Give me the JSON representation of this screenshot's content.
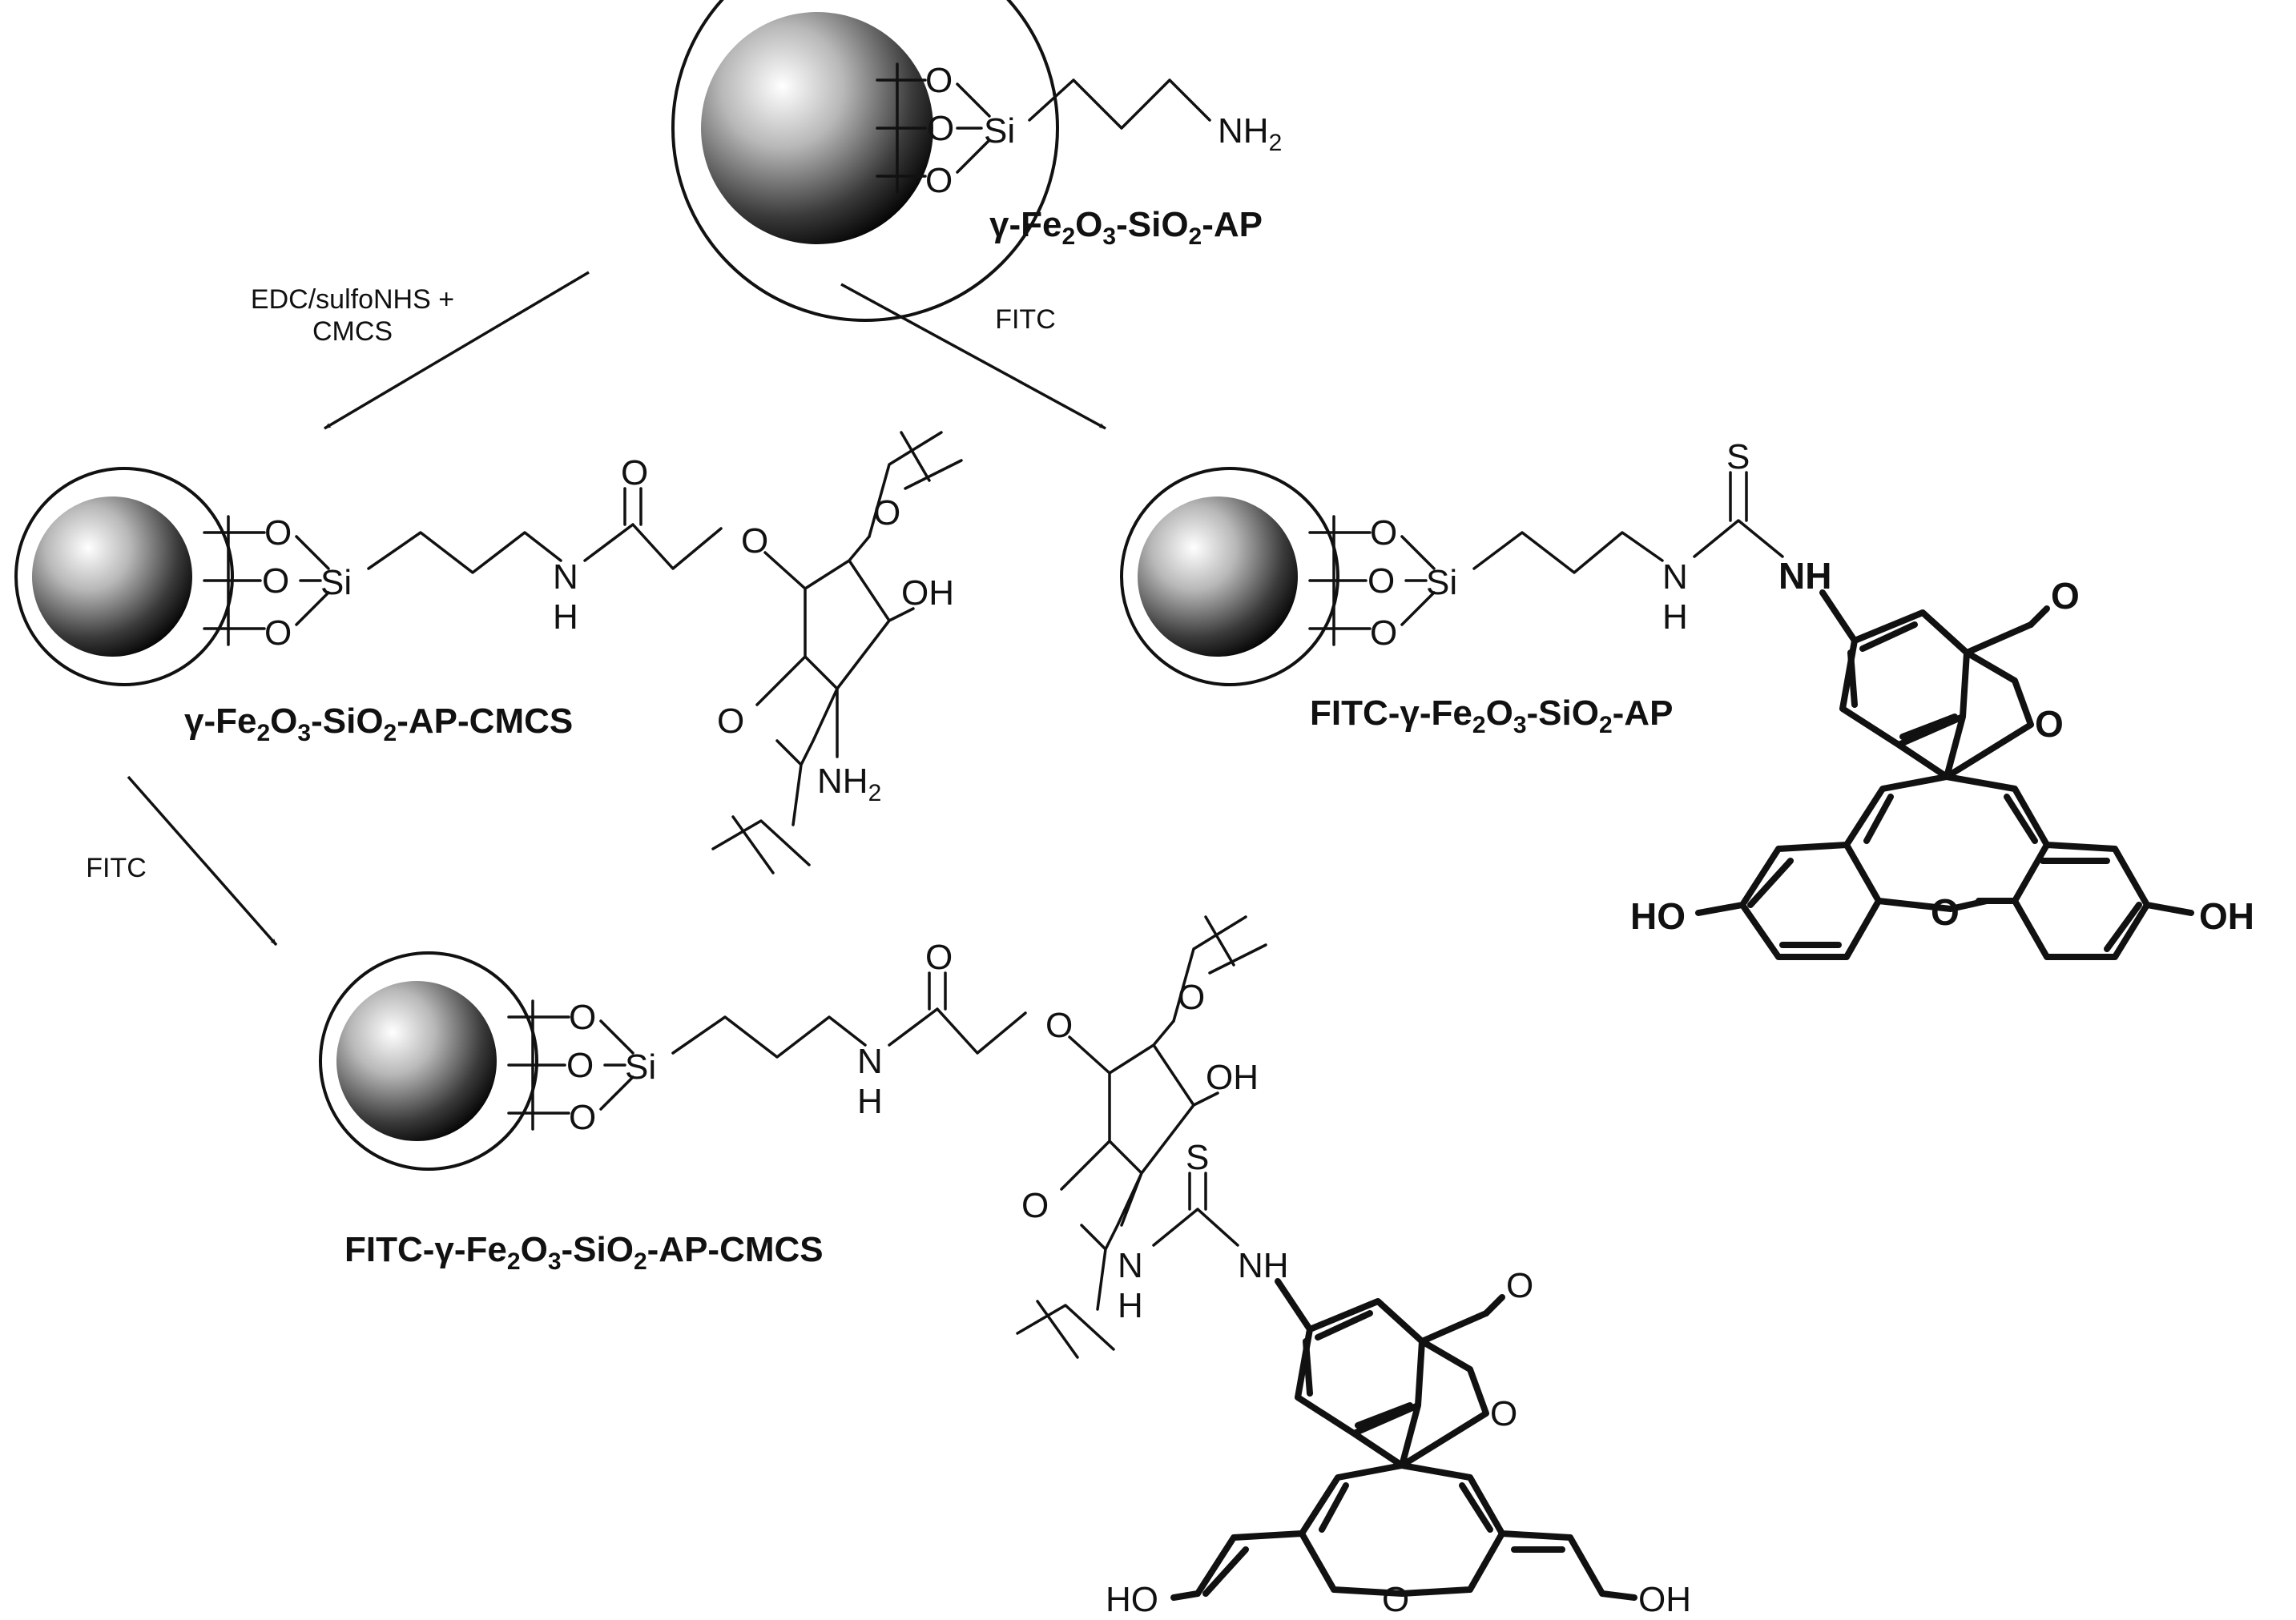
{
  "atoms": {
    "O": "O",
    "Si": "Si",
    "NH2": "NH",
    "NH2_sub": "2",
    "NH": "NH",
    "N": "N",
    "H": "H",
    "S": "S",
    "OH": "OH",
    "HO": "HO"
  },
  "compounds": {
    "ap": {
      "prefix": "γ-Fe",
      "sub1": "2",
      "mid1": "O",
      "sub2": "3",
      "mid2": "-SiO",
      "sub3": "2",
      "suffix": "-AP"
    },
    "ap_cmcs": {
      "prefix": "γ-Fe",
      "sub1": "2",
      "mid1": "O",
      "sub2": "3",
      "mid2": "-SiO",
      "sub3": "2",
      "suffix": "-AP-CMCS"
    },
    "fitc_ap": {
      "prefix": "FITC-γ-Fe",
      "sub1": "2",
      "mid1": "O",
      "sub2": "3",
      "mid2": "-SiO",
      "sub3": "2",
      "suffix": "-AP"
    },
    "fitc_ap_cmcs": {
      "prefix": "FITC-γ-Fe",
      "sub1": "2",
      "mid1": "O",
      "sub2": "3",
      "mid2": "-SiO",
      "sub3": "2",
      "suffix": "-AP-CMCS"
    }
  },
  "reagents": {
    "step1_line1": "EDC/sulfoNHS +",
    "step1_line2": "CMCS",
    "step2": "FITC",
    "step3": "FITC"
  },
  "colors": {
    "ink": "#111111",
    "sphere_highlight": "#ffffff",
    "sphere_shadow": "#000000"
  }
}
